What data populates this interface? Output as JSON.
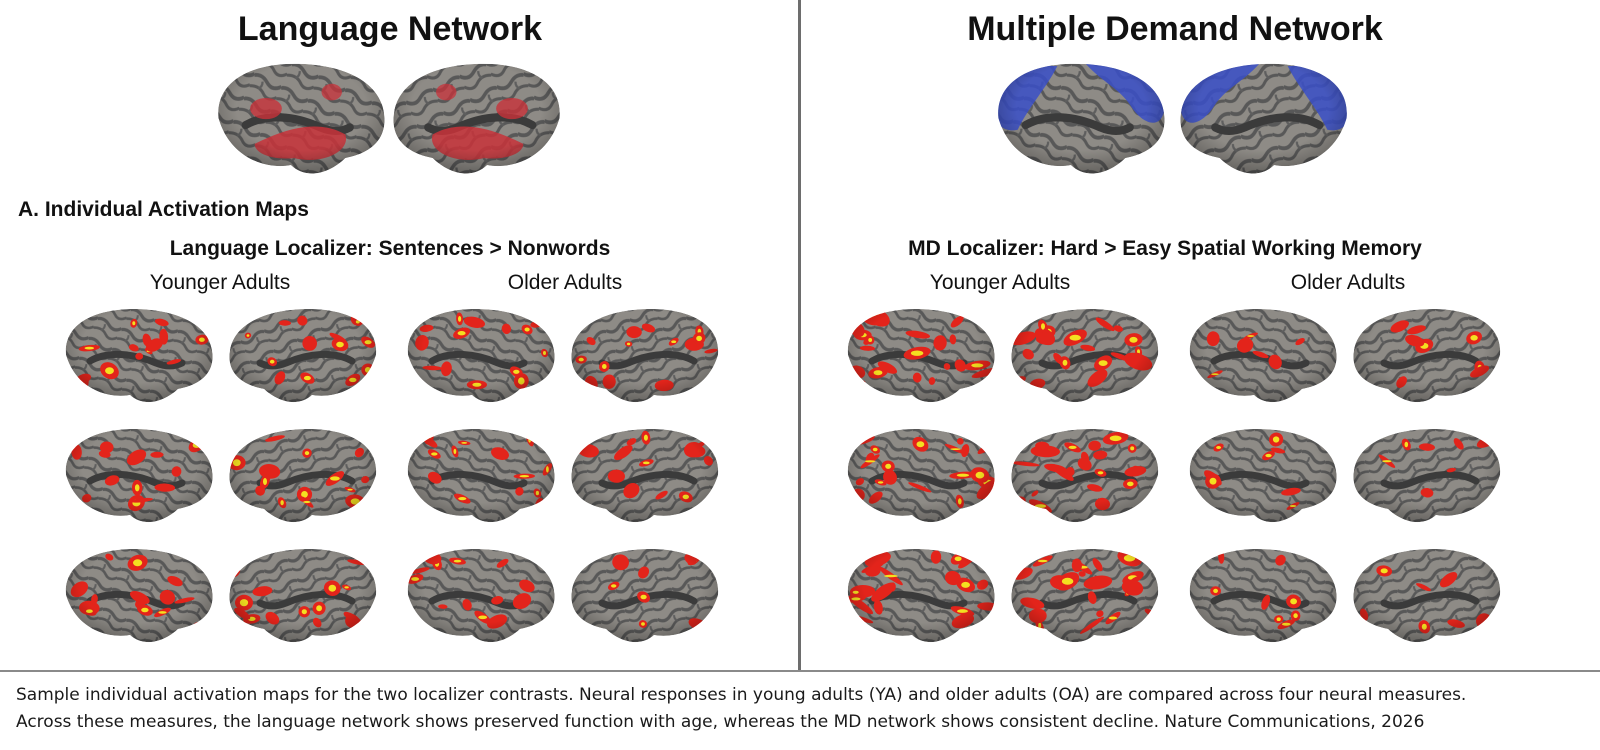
{
  "panels": [
    {
      "id": "language",
      "title": "Language Network",
      "contrast": "Language Localizer: Sentences > Nonwords",
      "groups": [
        "Younger Adults",
        "Older Adults"
      ],
      "network_color": "#c8323a"
    },
    {
      "id": "md",
      "title": "Multiple Demand Network",
      "contrast": "MD Localizer: Hard > Easy Spatial Working Memory",
      "groups": [
        "Younger Adults",
        "Older Adults"
      ],
      "network_color": "#3a4fc8"
    }
  ],
  "section_label": "A. Individual Activation Maps",
  "activation_colors": {
    "strong": "#f4e020",
    "moderate": "#e3241b",
    "cortex_light": "#8e8b86",
    "cortex_dark": "#555555"
  },
  "caption": {
    "line1": "Sample individual activation maps for the two localizer contrasts. Neural responses in young adults (YA) and older adults (OA) are compared across four neural measures.",
    "line2": "Across these measures, the language network shows preserved function with age, whereas the MD network shows consistent decline. Nature Communications, 2026"
  }
}
